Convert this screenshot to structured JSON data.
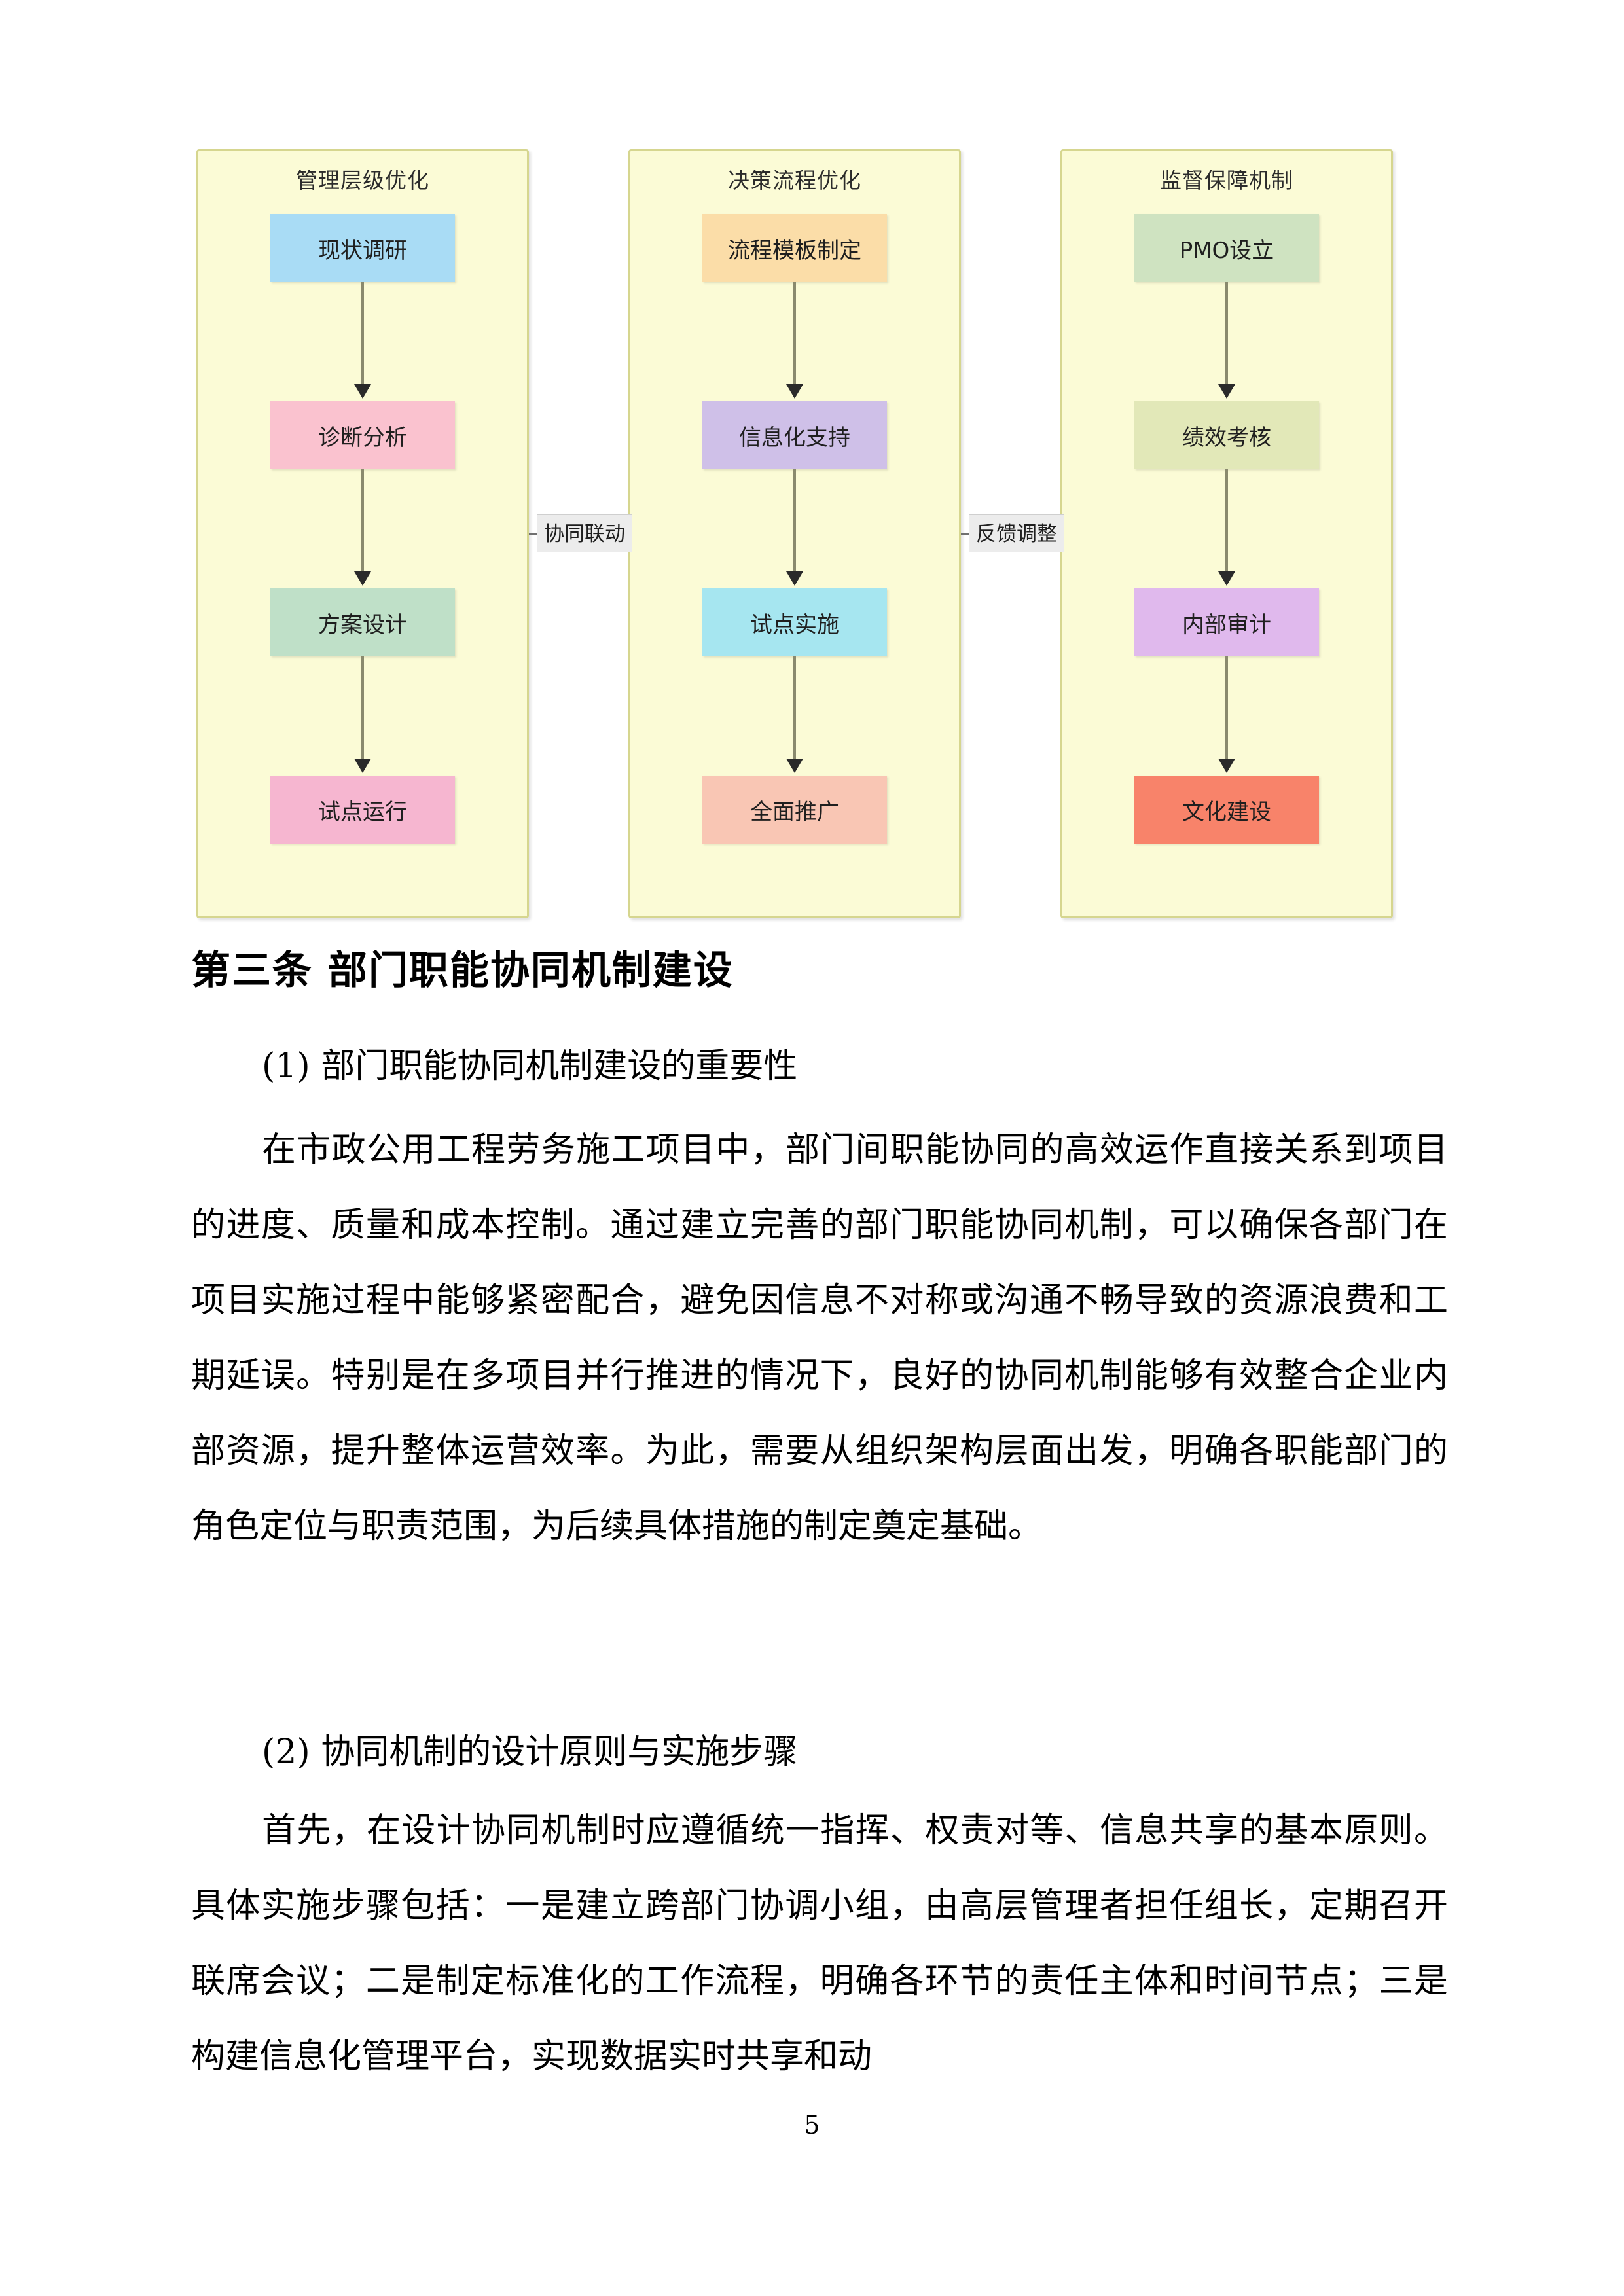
{
  "diagram": {
    "lanes": [
      {
        "title": "管理层级优化",
        "nodes": [
          {
            "label": "现状调研",
            "color": "#a9dcf5"
          },
          {
            "label": "诊断分析",
            "color": "#fac2cf"
          },
          {
            "label": "方案设计",
            "color": "#bfe0c8"
          },
          {
            "label": "试点运行",
            "color": "#f6b6d0"
          }
        ]
      },
      {
        "title": "决策流程优化",
        "nodes": [
          {
            "label": "流程模板制定",
            "color": "#fbdda8"
          },
          {
            "label": "信息化支持",
            "color": "#cfc0e8"
          },
          {
            "label": "试点实施",
            "color": "#a6e6f0"
          },
          {
            "label": "全面推广",
            "color": "#f9c6b4"
          }
        ]
      },
      {
        "title": "监督保障机制",
        "nodes": [
          {
            "label": "PMO设立",
            "color": "#cfe3c1"
          },
          {
            "label": "绩效考核",
            "color": "#e2e8b8"
          },
          {
            "label": "内部审计",
            "color": "#e0b9ed"
          },
          {
            "label": "文化建设",
            "color": "#f8836a"
          }
        ]
      }
    ],
    "edge_labels": [
      "协同联动",
      "反馈调整"
    ],
    "lane_fill": "#fbfbd6",
    "lane_border": "#d6d68f",
    "connector_color": "#8a8a6e",
    "arrow_color": "#2a2a2a"
  },
  "content": {
    "article_heading": "第三条  部门职能协同机制建设",
    "sub_head_1": "(1) 部门职能协同机制建设的重要性",
    "paragraph_1": "在市政公用工程劳务施工项目中，部门间职能协同的高效运作直接关系到项目的进度、质量和成本控制。通过建立完善的部门职能协同机制，可以确保各部门在项目实施过程中能够紧密配合，避免因信息不对称或沟通不畅导致的资源浪费和工期延误。特别是在多项目并行推进的情况下，良好的协同机制能够有效整合企业内部资源，提升整体运营效率。为此，需要从组织架构层面出发，明确各职能部门的角色定位与职责范围，为后续具体措施的制定奠定基础。",
    "sub_head_2": "(2) 协同机制的设计原则与实施步骤",
    "paragraph_2": "首先，在设计协同机制时应遵循统一指挥、权责对等、信息共享的基本原则。具体实施步骤包括：一是建立跨部门协调小组，由高层管理者担任组长，定期召开联席会议；二是制定标准化的工作流程，明确各环节的责任主体和时间节点；三是构建信息化管理平台，实现数据实时共享和动",
    "page_number": "5"
  }
}
